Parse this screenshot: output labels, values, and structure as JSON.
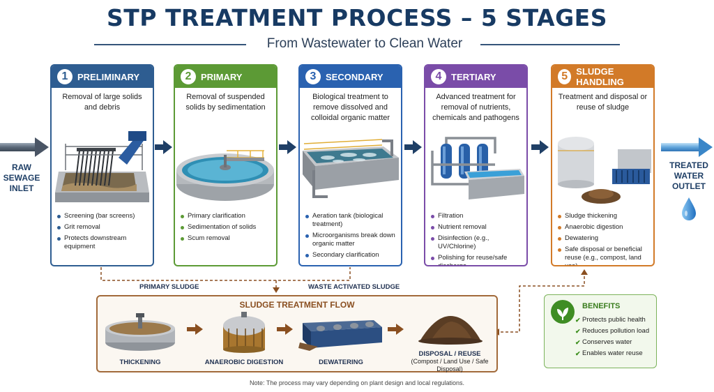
{
  "title": "STP TREATMENT PROCESS – 5 STAGES",
  "subtitle": "From Wastewater to Clean Water",
  "inlet_label": [
    "RAW",
    "SEWAGE",
    "INLET"
  ],
  "outlet_label": [
    "TREATED",
    "WATER",
    "OUTLET"
  ],
  "stages": [
    {
      "num": "1",
      "title": "PRELIMINARY",
      "desc": "Removal of large solids and debris",
      "bullets": [
        "Screening (bar screens)",
        "Grit removal",
        "Protects downstream equipment"
      ]
    },
    {
      "num": "2",
      "title": "PRIMARY",
      "desc": "Removal of suspended solids by sedimentation",
      "bullets": [
        "Primary clarification",
        "Sedimentation of solids",
        "Scum removal"
      ]
    },
    {
      "num": "3",
      "title": "SECONDARY",
      "desc": "Biological treatment to remove dissolved and colloidal organic matter",
      "bullets": [
        "Aeration tank (biological treatment)",
        "Microorganisms break down organic matter",
        "Secondary clarification"
      ]
    },
    {
      "num": "4",
      "title": "TERTIARY",
      "desc": "Advanced treatment for removal of nutrients, chemicals and pathogens",
      "bullets": [
        "Filtration",
        "Nutrient removal",
        "Disinfection (e.g., UV/Chlorine)",
        "Polishing for reuse/safe discharge"
      ]
    },
    {
      "num": "5",
      "title": "SLUDGE HANDLING",
      "desc": "Treatment and disposal or reuse of sludge",
      "bullets": [
        "Sludge thickening",
        "Anaerobic digestion",
        "Dewatering",
        "Safe disposal or beneficial reuse (e.g., compost, land use)"
      ]
    }
  ],
  "flow_labels": {
    "primary_sludge": "PRIMARY SLUDGE",
    "waste_activated_sludge": "WASTE ACTIVATED SLUDGE"
  },
  "sludge_flow": {
    "title": "SLUDGE TREATMENT FLOW",
    "steps": [
      "THICKENING",
      "ANAEROBIC DIGESTION",
      "DEWATERING",
      "DISPOSAL / REUSE"
    ],
    "disposal_note": "(Compost / Land Use / Safe Disposal)"
  },
  "benefits": {
    "title": "BENEFITS",
    "items": [
      "Protects public health",
      "Reduces pollution load",
      "Conserves water",
      "Enables water reuse"
    ]
  },
  "note": "Note: The process may vary depending on plant design and local regulations."
}
